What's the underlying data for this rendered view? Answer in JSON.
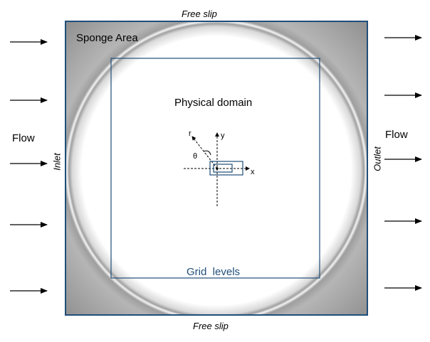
{
  "labels": {
    "top_boundary": "Free slip",
    "bottom_boundary": "Free slip",
    "inlet": "Inlet",
    "outlet": "Outlet",
    "flow_left": "Flow",
    "flow_right": "Flow",
    "sponge": "Sponge Area",
    "physical_domain": "Physical domain",
    "grid_levels": "Grid  levels",
    "axis_x": "x",
    "axis_y": "y",
    "axis_r": "r",
    "theta": "θ"
  },
  "colors": {
    "domain_border": "#1f4e79",
    "grid_levels_text": "#1f4e79",
    "sponge_gray": "#9a9a9a",
    "arrow": "#000000"
  }
}
